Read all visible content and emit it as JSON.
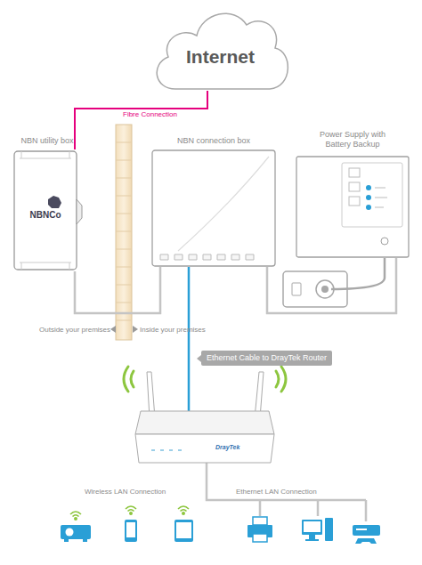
{
  "diagram": {
    "nodes": [
      {
        "text": [
          "Internet"
        ]
      },
      {
        "text": [
          "NBN utility box",
          "NBNCo"
        ]
      },
      {
        "text": [
          "NBN connection box"
        ]
      },
      {
        "text": [
          "Power Supply with Battery Backup"
        ]
      },
      {
        "text": [
          "DrayTek"
        ]
      }
    ],
    "edges": [
      {
        "from": 0,
        "to": 1,
        "label": "Fibre Connection",
        "arrow": "none"
      },
      {
        "from": 1,
        "to": 2,
        "arrow": "none"
      },
      {
        "from": 2,
        "to": 3,
        "arrow": "none"
      },
      {
        "from": 2,
        "to": 4,
        "label": "Ethernet Cable to DrayTek Router",
        "arrow": "none"
      }
    ],
    "labels": [
      "Outside your premises",
      "Inside your premises",
      "Wireless LAN Connection",
      "Ethernet LAN Connection"
    ]
  }
}
